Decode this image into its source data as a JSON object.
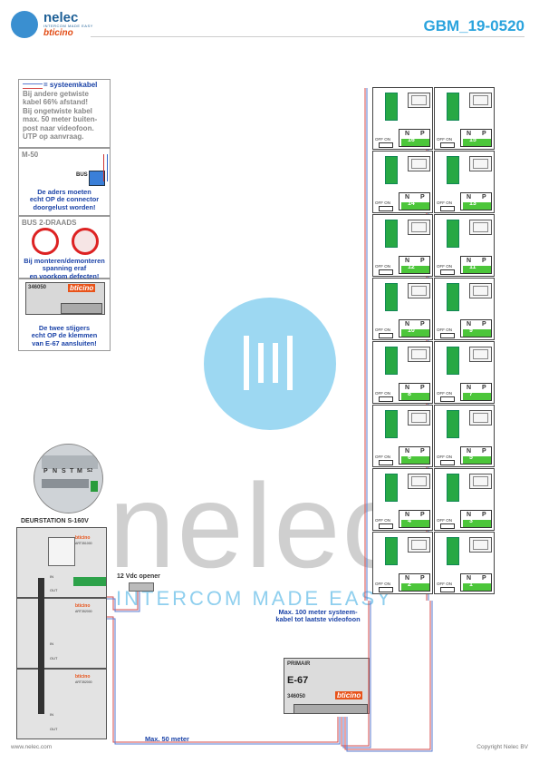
{
  "header": {
    "logo_name": "nelec",
    "logo_tagline": "INTERCOM MADE EASY",
    "logo_brand": "bticino",
    "doc_number": "GBM_19-0520"
  },
  "notes": {
    "cable": [
      "= systeemkabel",
      "Bij andere getwiste",
      "kabel 66% afstand!",
      "Bij ongetwiste kabel",
      "max. 50 meter buiten-",
      "post naar videofoon.",
      "UTP op aanvraag."
    ],
    "m50_title": "M-50",
    "m50_bus": "BUS",
    "m50_warning": [
      "De aders moeten",
      "echt OP de connector",
      "doorgelust worden!"
    ],
    "bus_title": "BUS 2-DRAADS",
    "bus_warning": [
      "Bij monteren/demonteren",
      "spanning eraf",
      "en voorkom defecten!"
    ],
    "psu_code": "346050",
    "psu_brand": "bticino",
    "psu_warning": [
      "De twee stijgers",
      "echt OP de klemmen",
      "van E-67 aansluiten!"
    ]
  },
  "zoom": {
    "terminals": [
      "P",
      "N",
      "S",
      "T",
      "M",
      "S2"
    ]
  },
  "door": {
    "title": "DEURSTATION S-160V",
    "modules": [
      {
        "brand": "bticino",
        "code": "ART351000",
        "in": "IN",
        "out": "OUT"
      },
      {
        "brand": "bticino",
        "code": "ART352000",
        "in": "IN",
        "out": "OUT"
      },
      {
        "brand": "bticino",
        "code": "ART352000",
        "in": "IN",
        "out": "OUT"
      }
    ]
  },
  "opener": "12 Vdc opener",
  "notes2": {
    "max100": [
      "Max. 100 meter systeem-",
      "kabel tot laatste videofoon"
    ],
    "max50": "Max. 50 meter"
  },
  "e67": {
    "primair": "PRIMAIR",
    "name": "E-67",
    "code": "346050",
    "brand": "bticino"
  },
  "units": {
    "n_label": "N",
    "p_label": "P",
    "offon_label": "OFF ON",
    "numbers": [
      "16",
      "15",
      "14",
      "13",
      "12",
      "11",
      "10",
      "9",
      "8",
      "7",
      "6",
      "5",
      "4",
      "3",
      "2",
      "1"
    ]
  },
  "watermark": {
    "word": "nelec",
    "tagline": "INTERCOM MADE EASY"
  },
  "footer": {
    "left": "www.nelec.com",
    "right": "Copyright Nelec BV"
  }
}
